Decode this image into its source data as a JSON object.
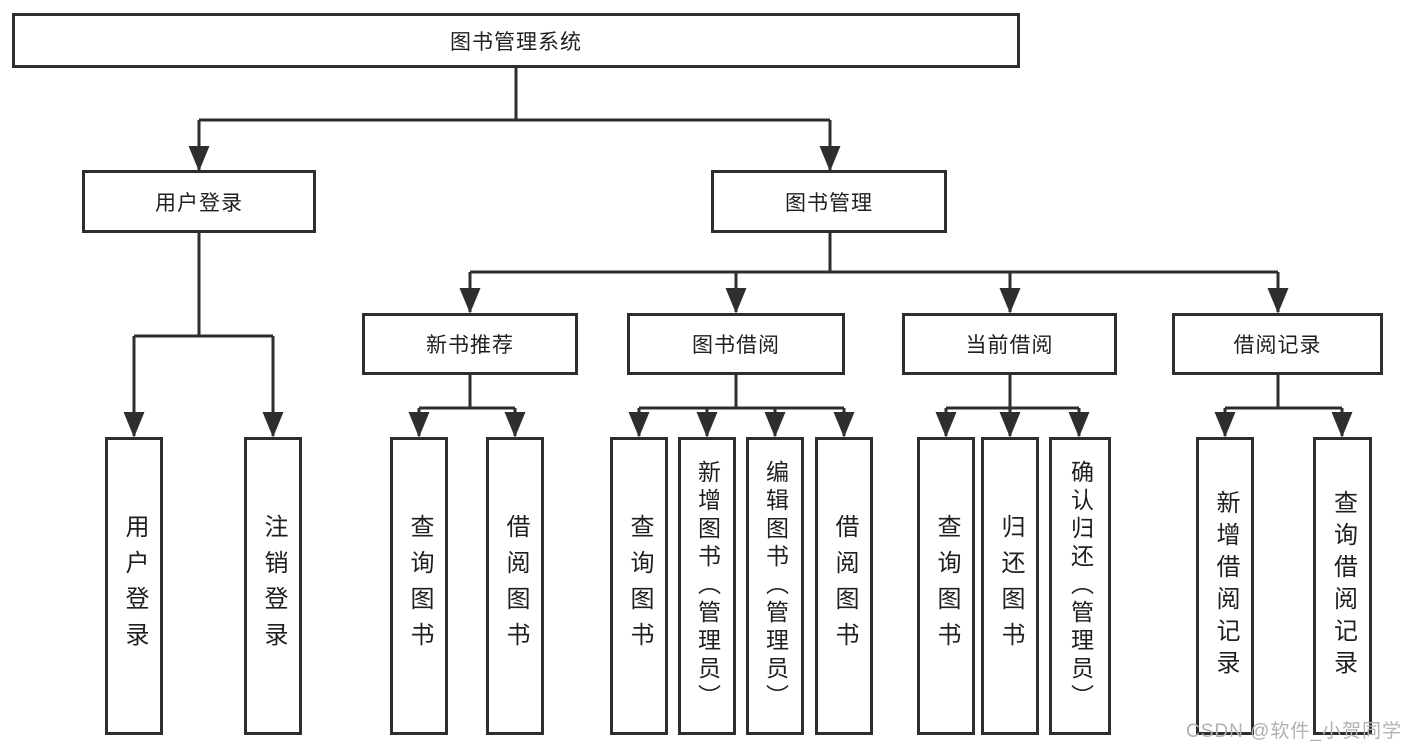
{
  "diagram_title": "图书管理系统",
  "nodes": {
    "root": {
      "label": "图书管理系统"
    },
    "user_login": {
      "label": "用户登录"
    },
    "book_mgmt": {
      "label": "图书管理"
    },
    "new_book_rec": {
      "label": "新书推荐"
    },
    "book_borrow": {
      "label": "图书借阅"
    },
    "current_borrow": {
      "label": "当前借阅"
    },
    "borrow_record": {
      "label": "借阅记录"
    },
    "leaf_user_login": {
      "label": "用户登录"
    },
    "leaf_logout": {
      "label": "注销登录"
    },
    "leaf_nbr_query_book": {
      "label": "查询图书"
    },
    "leaf_nbr_borrow_book": {
      "label": "借阅图书"
    },
    "leaf_bb_query_book": {
      "label": "查询图书"
    },
    "leaf_bb_add_book": {
      "label": "新增图书（管理员）"
    },
    "leaf_bb_edit_book": {
      "label": "编辑图书（管理员）"
    },
    "leaf_bb_borrow_book": {
      "label": "借阅图书"
    },
    "leaf_cb_query_book": {
      "label": "查询图书"
    },
    "leaf_cb_return_book": {
      "label": "归还图书"
    },
    "leaf_cb_confirm_return": {
      "label": "确认归还（管理员）"
    },
    "leaf_br_add_record": {
      "label": "新增借阅记录"
    },
    "leaf_br_query_record": {
      "label": "查询借阅记录"
    }
  },
  "watermark": {
    "text": "CSDN @软件_小贺同学"
  },
  "colors": {
    "line": "#2e2e2e",
    "box_border": "#2e2e2e",
    "text": "#1f1f1f",
    "background": "#ffffff",
    "watermark": "#b3b1b1"
  }
}
